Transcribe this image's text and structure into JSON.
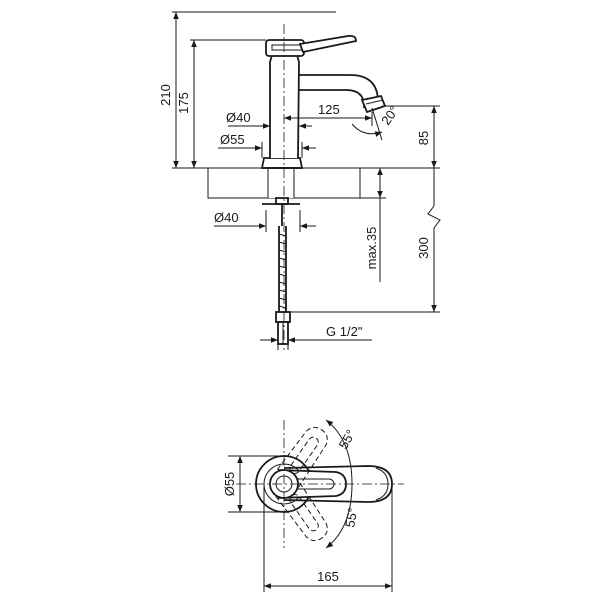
{
  "dimensions": {
    "side_view": {
      "overall_height": "210",
      "spout_height": "175",
      "body_diameter": "Ø40",
      "base_diameter": "Ø55",
      "spout_reach": "125",
      "spout_angle": "20°",
      "spout_clearance": "85",
      "shank_diameter": "Ø40",
      "max_countertop": "max.35",
      "hose_length": "300",
      "connection_thread": "G 1/2\""
    },
    "top_view": {
      "base_diameter": "Ø55",
      "lever_angle_top": "55°",
      "lever_angle_bottom": "55°",
      "overall_length": "165"
    }
  }
}
